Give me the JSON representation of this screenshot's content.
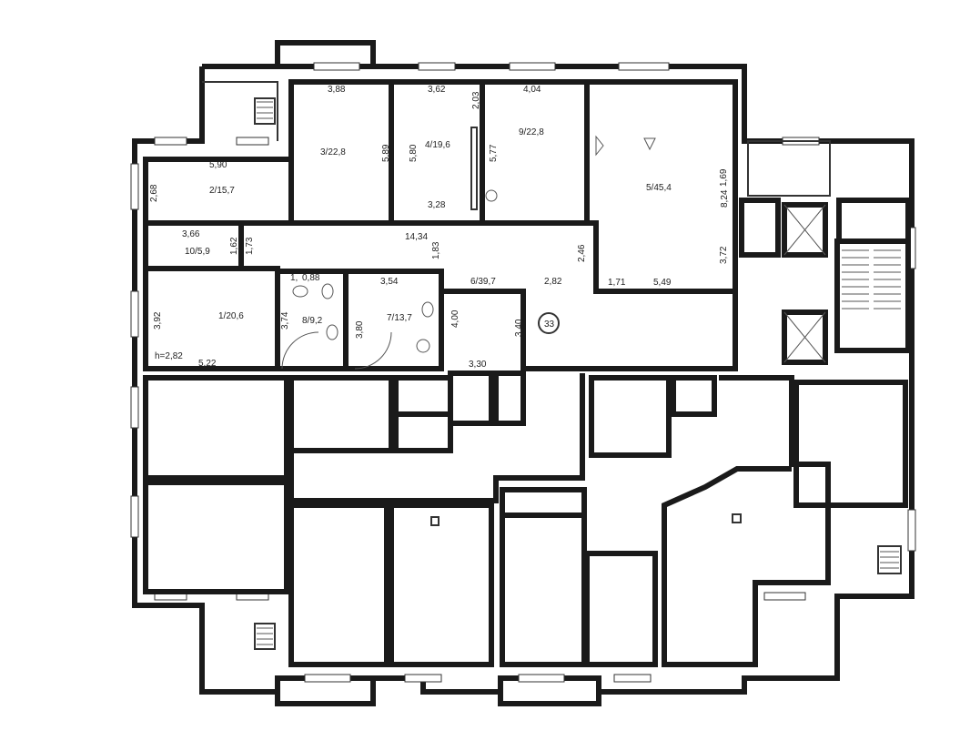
{
  "rooms": [
    {
      "id": "r1",
      "label": "1/20,6"
    },
    {
      "id": "r2",
      "label": "2/15,7"
    },
    {
      "id": "r3",
      "label": "3/22,8"
    },
    {
      "id": "r4",
      "label": "4/19,6"
    },
    {
      "id": "r5",
      "label": "5/45,4"
    },
    {
      "id": "r6",
      "label": "6/39,7"
    },
    {
      "id": "r7",
      "label": "7/13,7"
    },
    {
      "id": "r8",
      "label": "8/9,2"
    },
    {
      "id": "r9",
      "label": "9/22,8"
    },
    {
      "id": "r10",
      "label": "10/5,9"
    }
  ],
  "dimensions": {
    "d_388": "3,88",
    "d_362": "3,62",
    "d_404": "4,04",
    "d_203": "2,03",
    "d_590": "5,90",
    "d_268": "2,68",
    "d_589": "5,89",
    "d_580": "5,80",
    "d_577": "5,77",
    "d_328": "3,28",
    "d_824": "8,24",
    "d_169": "1,69",
    "d_366": "3,66",
    "d_162": "1,62",
    "d_173": "1,73",
    "d_1434": "14,34",
    "d_183": "1,83",
    "d_246": "2,46",
    "d_372": "3,72",
    "d_282": "2,82",
    "d_171": "1,71",
    "d_549": "5,49",
    "d_354": "3,54",
    "d_400": "4,00",
    "d_340": "3,40",
    "d_392": "3,92",
    "d_374": "3,74",
    "d_380": "3,80",
    "d_330": "3,30",
    "d_522": "5,22",
    "d_h": "h=2,82",
    "d_1": "1,",
    "d_088": "0,88"
  },
  "markers": {
    "circle": "33"
  }
}
